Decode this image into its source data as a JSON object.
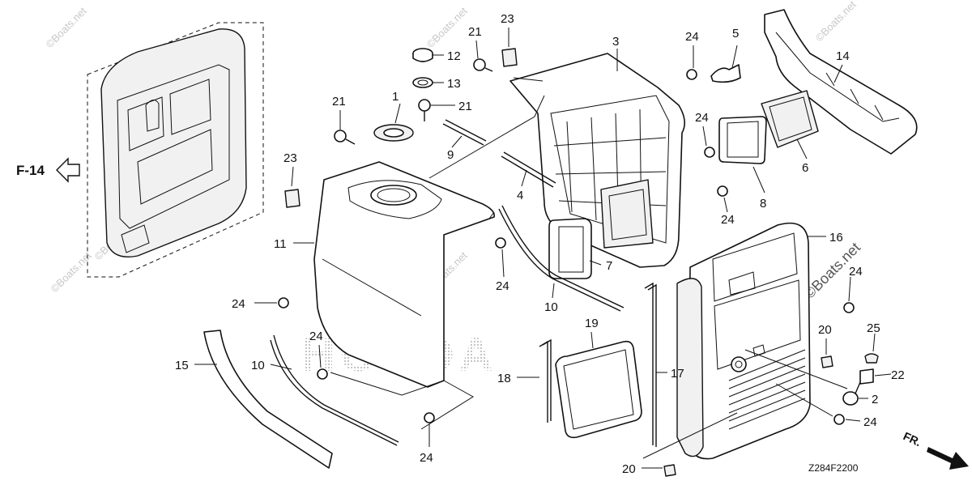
{
  "diagram": {
    "figure_code": "Z284F2200",
    "reference_label": "F-14",
    "front_label": "FR.",
    "brand_mark": "HONDA",
    "watermarks": [
      "©Boats.net",
      "©Boats.net",
      "©Boats.net",
      "©Boats.net",
      "©Boats.net",
      "©Boats.net"
    ],
    "large_watermark": "©Boats.net",
    "callouts": [
      {
        "id": "c1",
        "text": "1"
      },
      {
        "id": "c2",
        "text": "2"
      },
      {
        "id": "c3",
        "text": "3"
      },
      {
        "id": "c4",
        "text": "4"
      },
      {
        "id": "c5",
        "text": "5"
      },
      {
        "id": "c6",
        "text": "6"
      },
      {
        "id": "c7",
        "text": "7"
      },
      {
        "id": "c8",
        "text": "8"
      },
      {
        "id": "c9",
        "text": "9"
      },
      {
        "id": "c10a",
        "text": "10"
      },
      {
        "id": "c10b",
        "text": "10"
      },
      {
        "id": "c11",
        "text": "11"
      },
      {
        "id": "c12",
        "text": "12"
      },
      {
        "id": "c13",
        "text": "13"
      },
      {
        "id": "c14",
        "text": "14"
      },
      {
        "id": "c15",
        "text": "15"
      },
      {
        "id": "c16",
        "text": "16"
      },
      {
        "id": "c17",
        "text": "17"
      },
      {
        "id": "c18",
        "text": "18"
      },
      {
        "id": "c19",
        "text": "19"
      },
      {
        "id": "c20a",
        "text": "20"
      },
      {
        "id": "c20b",
        "text": "20"
      },
      {
        "id": "c21a",
        "text": "21"
      },
      {
        "id": "c21b",
        "text": "21"
      },
      {
        "id": "c21c",
        "text": "21"
      },
      {
        "id": "c22",
        "text": "22"
      },
      {
        "id": "c23a",
        "text": "23"
      },
      {
        "id": "c23b",
        "text": "23"
      },
      {
        "id": "c24a",
        "text": "24"
      },
      {
        "id": "c24b",
        "text": "24"
      },
      {
        "id": "c24c",
        "text": "24"
      },
      {
        "id": "c24d",
        "text": "24"
      },
      {
        "id": "c24e",
        "text": "24"
      },
      {
        "id": "c24f",
        "text": "24"
      },
      {
        "id": "c24g",
        "text": "24"
      },
      {
        "id": "c24h",
        "text": "24"
      },
      {
        "id": "c24i",
        "text": "24"
      },
      {
        "id": "c25",
        "text": "25"
      }
    ]
  }
}
